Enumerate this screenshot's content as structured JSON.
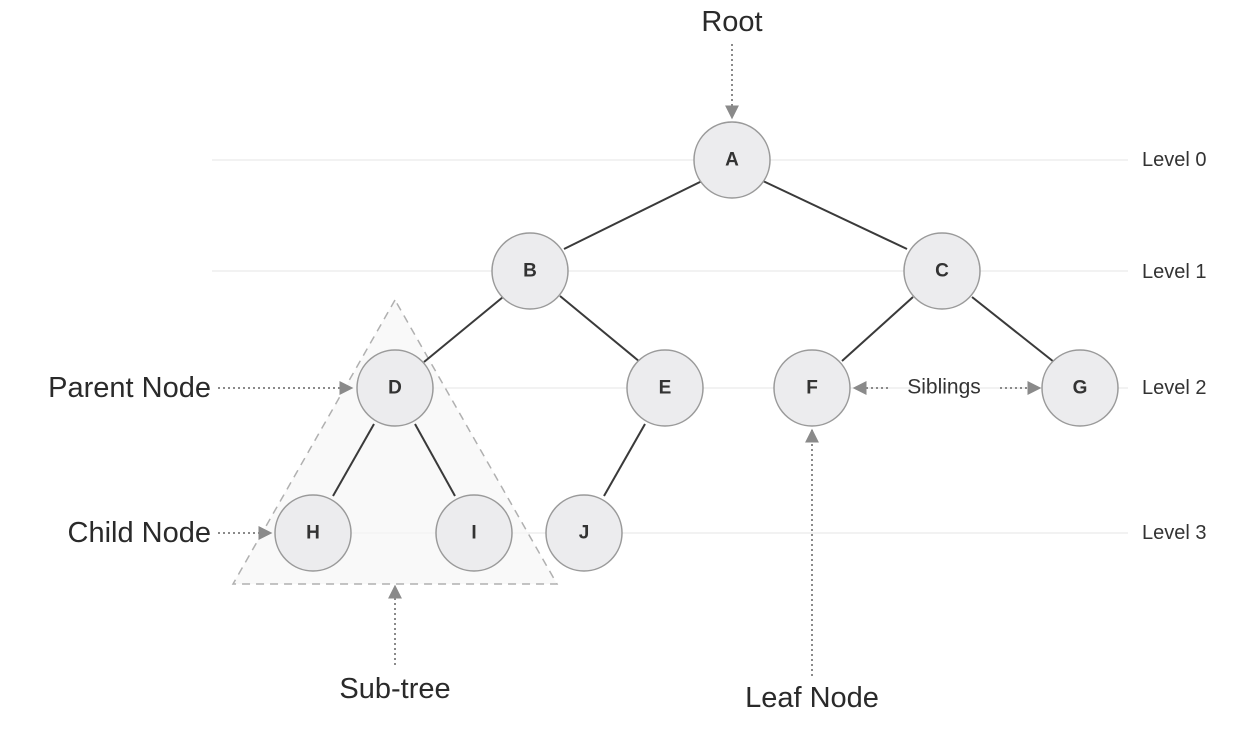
{
  "nodes": [
    {
      "id": "A",
      "label": "A"
    },
    {
      "id": "B",
      "label": "B"
    },
    {
      "id": "C",
      "label": "C"
    },
    {
      "id": "D",
      "label": "D"
    },
    {
      "id": "E",
      "label": "E"
    },
    {
      "id": "F",
      "label": "F"
    },
    {
      "id": "G",
      "label": "G"
    },
    {
      "id": "H",
      "label": "H"
    },
    {
      "id": "I",
      "label": "I"
    },
    {
      "id": "J",
      "label": "J"
    }
  ],
  "edges": [
    [
      "A",
      "B"
    ],
    [
      "A",
      "C"
    ],
    [
      "B",
      "D"
    ],
    [
      "B",
      "E"
    ],
    [
      "C",
      "F"
    ],
    [
      "C",
      "G"
    ],
    [
      "D",
      "H"
    ],
    [
      "D",
      "I"
    ],
    [
      "E",
      "J"
    ]
  ],
  "levels": [
    "Level 0",
    "Level 1",
    "Level 2",
    "Level 3"
  ],
  "annotations": {
    "root": "Root",
    "parent_node": "Parent Node",
    "child_node": "Child Node",
    "sub_tree": "Sub-tree",
    "leaf_node": "Leaf Node",
    "siblings": "Siblings"
  }
}
